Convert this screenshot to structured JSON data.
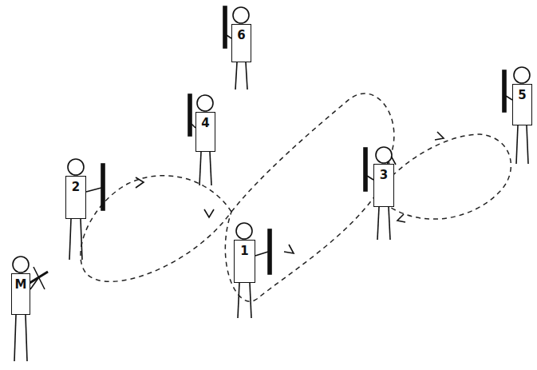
{
  "diagram": {
    "nodes": [
      {
        "text": [
          "6"
        ]
      },
      {
        "text": [
          "5"
        ]
      },
      {
        "text": [
          "4"
        ]
      },
      {
        "text": [
          "3"
        ]
      },
      {
        "text": [
          "2"
        ]
      },
      {
        "text": [
          "1"
        ]
      },
      {
        "text": [
          "M"
        ]
      }
    ]
  }
}
